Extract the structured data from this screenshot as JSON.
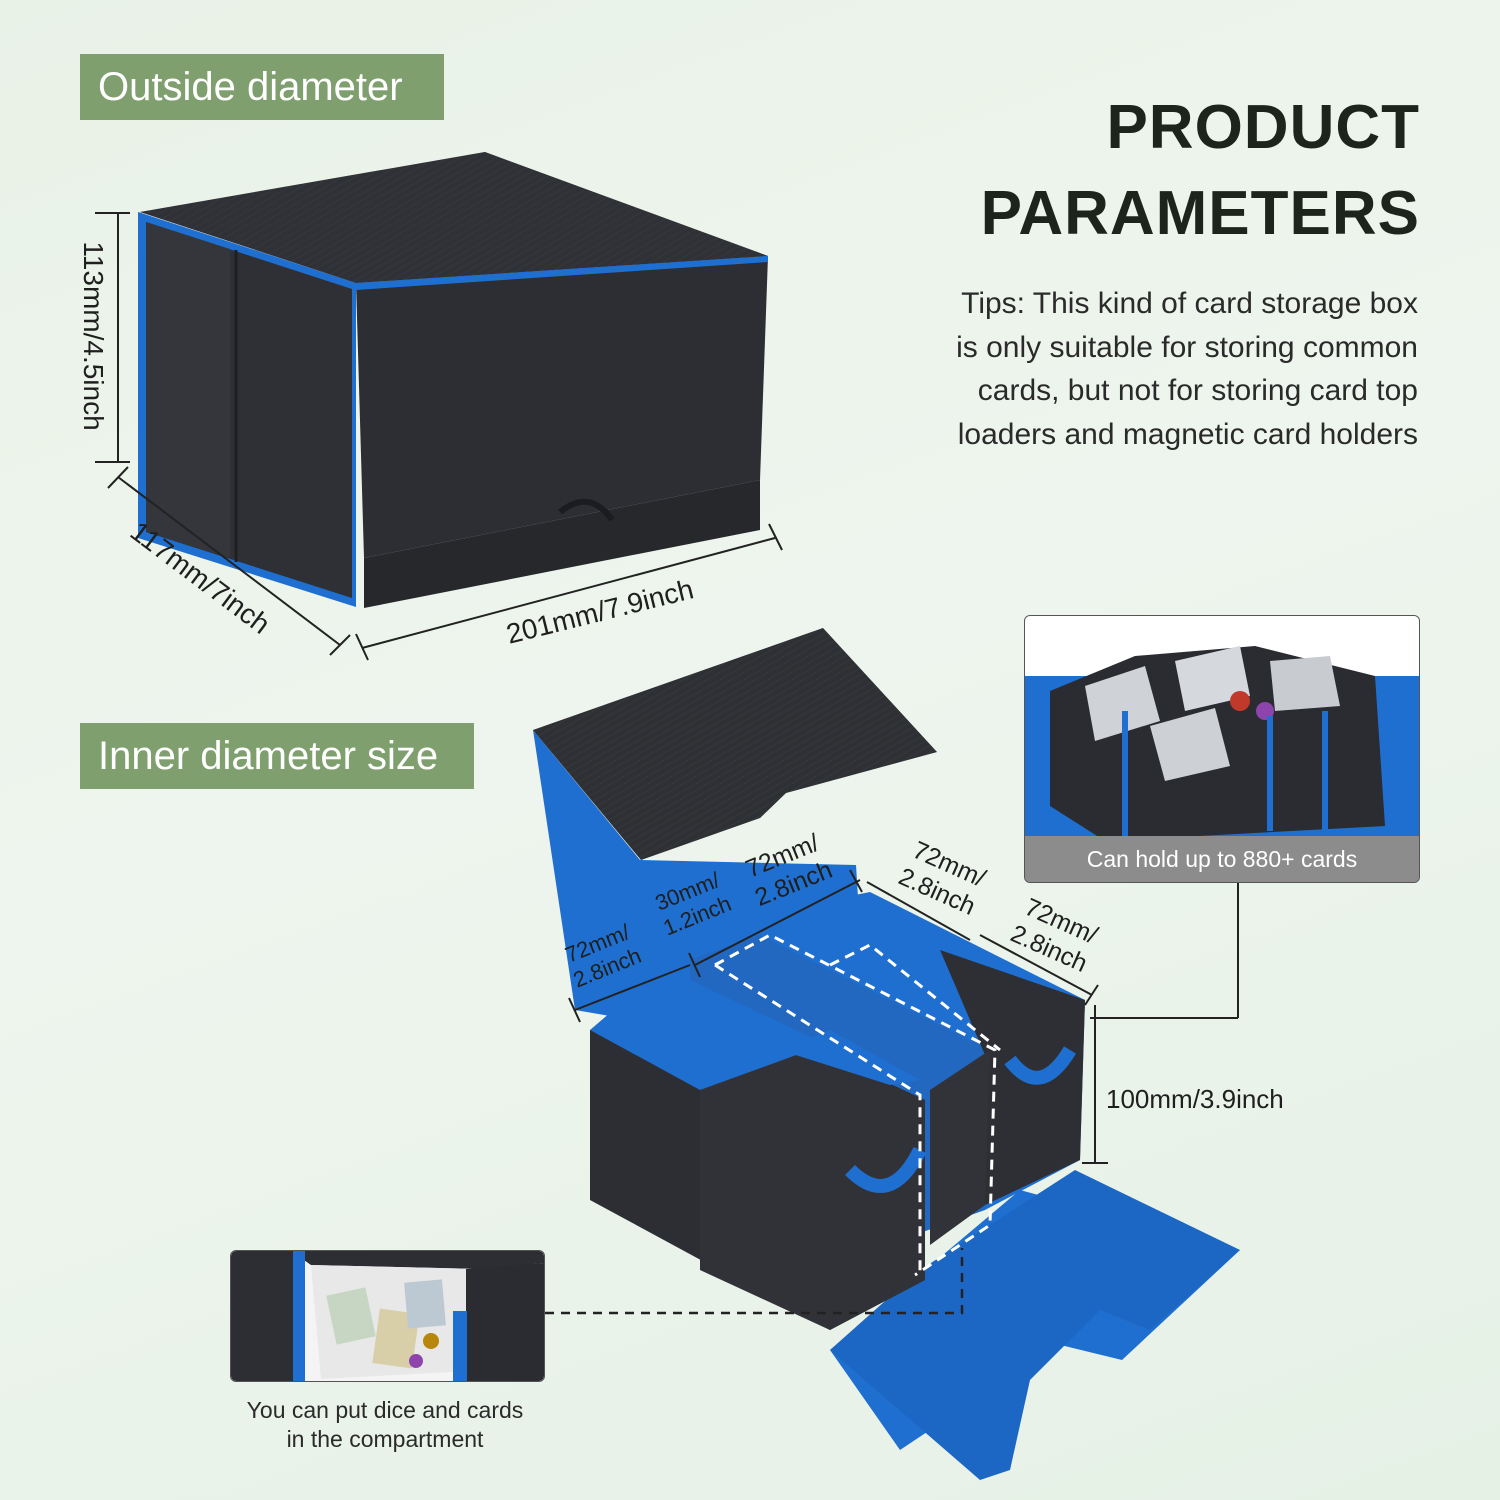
{
  "labels": {
    "outside": "Outside diameter",
    "inner": "Inner diameter size"
  },
  "title": {
    "line1": "PRODUCT",
    "line2": "PARAMETERS"
  },
  "tips": {
    "line1": "Tips: This kind of card storage box",
    "line2": "is only suitable for storing common",
    "line3": "cards, but not for storing card top",
    "line4": "loaders and magnetic card holders"
  },
  "outside_dims": {
    "height": "113mm/4.5inch",
    "depth": "117mm/7inch",
    "width": "201mm/7.9inch"
  },
  "inner_dims": {
    "comp1_a": "72mm/",
    "comp1_b": "2.8inch",
    "comp2_a": "30mm/",
    "comp2_b": "1.2inch",
    "comp3_a": "72mm/",
    "comp3_b": "2.8inch",
    "comp4_a": "72mm/",
    "comp4_b": "2.8inch",
    "comp5_a": "72mm/",
    "comp5_b": "2.8inch",
    "height": "100mm/3.9inch"
  },
  "captions": {
    "cards": "Can hold up to 880+ cards",
    "dice_line1": "You can put dice and cards",
    "dice_line2": "in the compartment"
  },
  "colors": {
    "label_bg": "#7fa06e",
    "box_black": "#2b2d31",
    "box_blue": "#1f6fd1",
    "background": "#eaf3e9"
  }
}
